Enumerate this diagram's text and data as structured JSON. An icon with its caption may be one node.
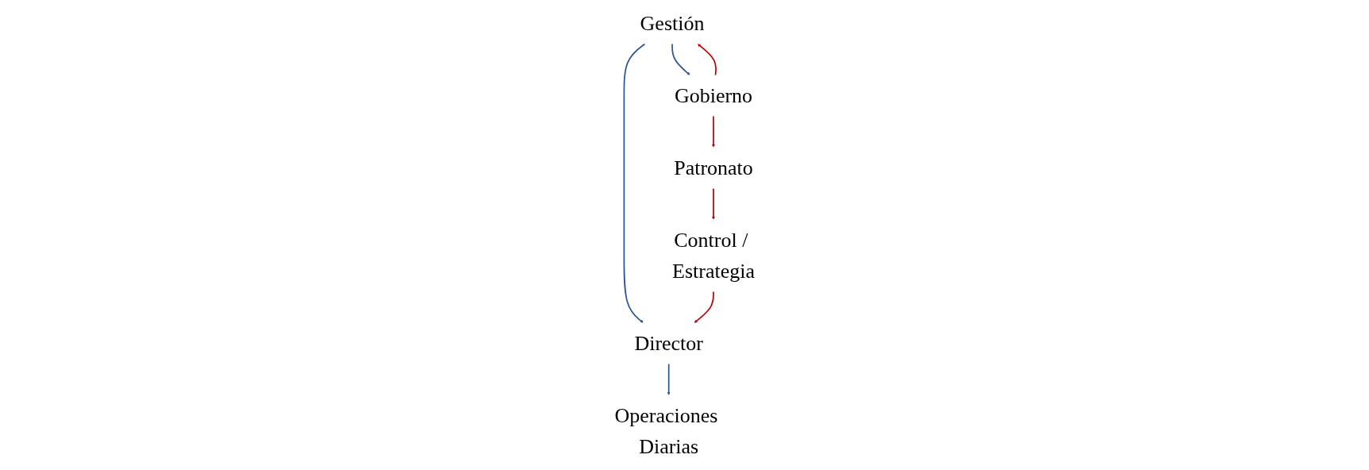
{
  "diagram": {
    "nodes": [
      {
        "text": [
          "Gestión"
        ]
      },
      {
        "text": [
          "Gobierno"
        ]
      },
      {
        "text": [
          "Director"
        ]
      },
      {
        "text": [
          "Patronato"
        ]
      },
      {
        "text": [
          "Operaciones Diarias"
        ]
      },
      {
        "text": [
          "Control / Estrategia"
        ]
      }
    ],
    "edges": [
      {
        "from": 0,
        "to": 1,
        "arrow": "to",
        "color": "#2e5597"
      },
      {
        "from": 1,
        "to": 0,
        "arrow": "to",
        "color": "#c00000"
      },
      {
        "from": 0,
        "to": 2,
        "arrow": "to",
        "color": "#2e5597"
      },
      {
        "from": 2,
        "to": 4,
        "arrow": "to",
        "color": "#2e5597"
      },
      {
        "from": 1,
        "to": 3,
        "arrow": "to",
        "color": "#c00000"
      },
      {
        "from": 3,
        "to": 5,
        "arrow": "to",
        "color": "#c00000"
      },
      {
        "from": 5,
        "to": 2,
        "arrow": "to",
        "color": "#c00000"
      }
    ]
  }
}
